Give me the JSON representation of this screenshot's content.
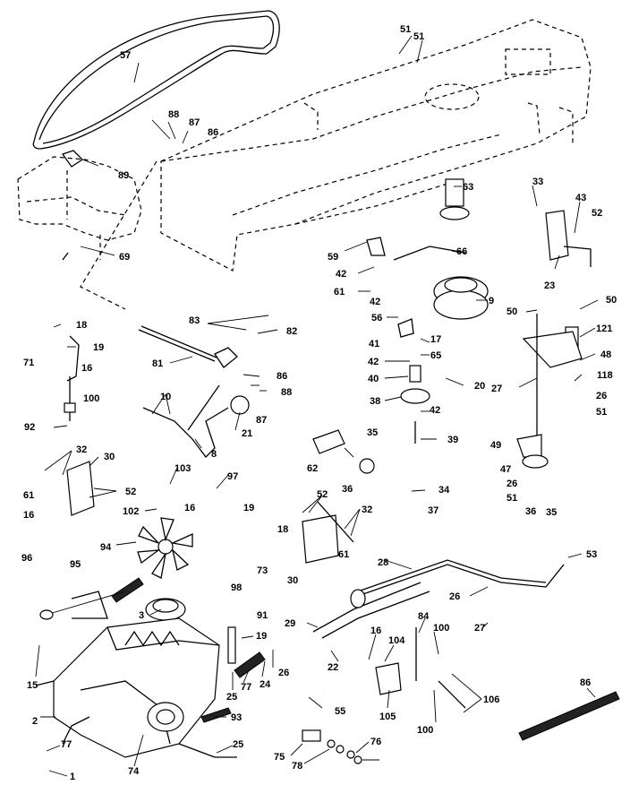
{
  "labels": [
    "57",
    "51",
    "51",
    "88",
    "87",
    "86",
    "89",
    "69",
    "63",
    "33",
    "43",
    "52",
    "59",
    "66",
    "42",
    "61",
    "9",
    "23",
    "50",
    "50",
    "121",
    "48",
    "118",
    "26",
    "51",
    "42",
    "56",
    "17",
    "65",
    "41",
    "42",
    "40",
    "20",
    "27",
    "38",
    "42",
    "39",
    "18",
    "19",
    "71",
    "16",
    "100",
    "92",
    "83",
    "82",
    "81",
    "86",
    "88",
    "87",
    "21",
    "10",
    "8",
    "35",
    "62",
    "36",
    "34",
    "37",
    "49",
    "47",
    "26",
    "51",
    "32",
    "30",
    "52",
    "61",
    "16",
    "103",
    "97",
    "102",
    "94",
    "16",
    "19",
    "18",
    "73",
    "98",
    "52",
    "32",
    "30",
    "61",
    "96",
    "95",
    "3",
    "28",
    "36",
    "35",
    "53",
    "26",
    "27",
    "29",
    "22",
    "16",
    "84",
    "104",
    "100",
    "106",
    "105",
    "100",
    "91",
    "19",
    "24",
    "26",
    "25",
    "77",
    "15",
    "2",
    "93",
    "55",
    "86",
    "77",
    "25",
    "1",
    "74",
    "75",
    "78",
    "76"
  ]
}
